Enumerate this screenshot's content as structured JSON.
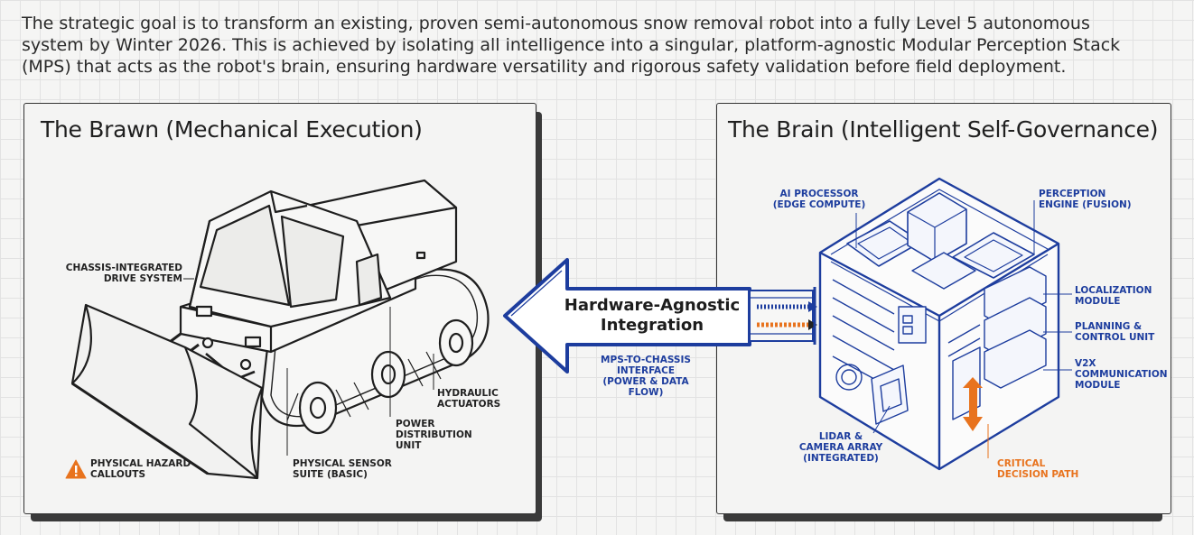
{
  "intro": "The strategic goal is to transform an existing, proven semi-autonomous snow removal robot into a fully Level 5 autonomous system by Winter 2026. This is achieved by isolating all intelligence into a singular, platform-agnostic Modular Perception Stack (MPS) that acts as the robot's brain, ensuring hardware versatility and rigorous safety validation before field deployment.",
  "left_panel": {
    "title": "The Brawn (Mechanical Execution)",
    "callouts": {
      "drive": "CHASSIS-INTEGRATED\nDRIVE SYSTEM",
      "hydraulic": "HYDRAULIC\nACTUATORS",
      "power": "POWER\nDISTRIBUTION\nUNIT",
      "sensor": "PHYSICAL SENSOR\nSUITE (BASIC)",
      "hazard": "PHYSICAL HAZARD\nCALLOUTS"
    },
    "icons": {
      "hazard": "warning-triangle-icon",
      "machine": "tracked-plow-robot"
    }
  },
  "center": {
    "arrow_label": "Hardware-Agnostic\nIntegration",
    "interface_label": "MPS-TO-CHASSIS\nINTERFACE\n(POWER & DATA FLOW)"
  },
  "right_panel": {
    "title": "The Brain (Intelligent Self-Governance)",
    "callouts": {
      "ai": "AI PROCESSOR\n(EDGE COMPUTE)",
      "perception": "PERCEPTION\nENGINE (FUSION)",
      "localization": "LOCALIZATION\nMODULE",
      "planning": "PLANNING &\nCONTROL UNIT",
      "v2x": "V2X\nCOMMUNICATION\nMODULE",
      "lidar": "LiDAR &\nCAMERA ARRAY\n(INTEGRATED)",
      "critical": "CRITICAL\nDECISION PATH"
    },
    "icons": {
      "cube": "modular-perception-stack-cube"
    }
  },
  "colors": {
    "blue": "#1d3d9e",
    "orange": "#e8731e",
    "ink": "#222222"
  }
}
